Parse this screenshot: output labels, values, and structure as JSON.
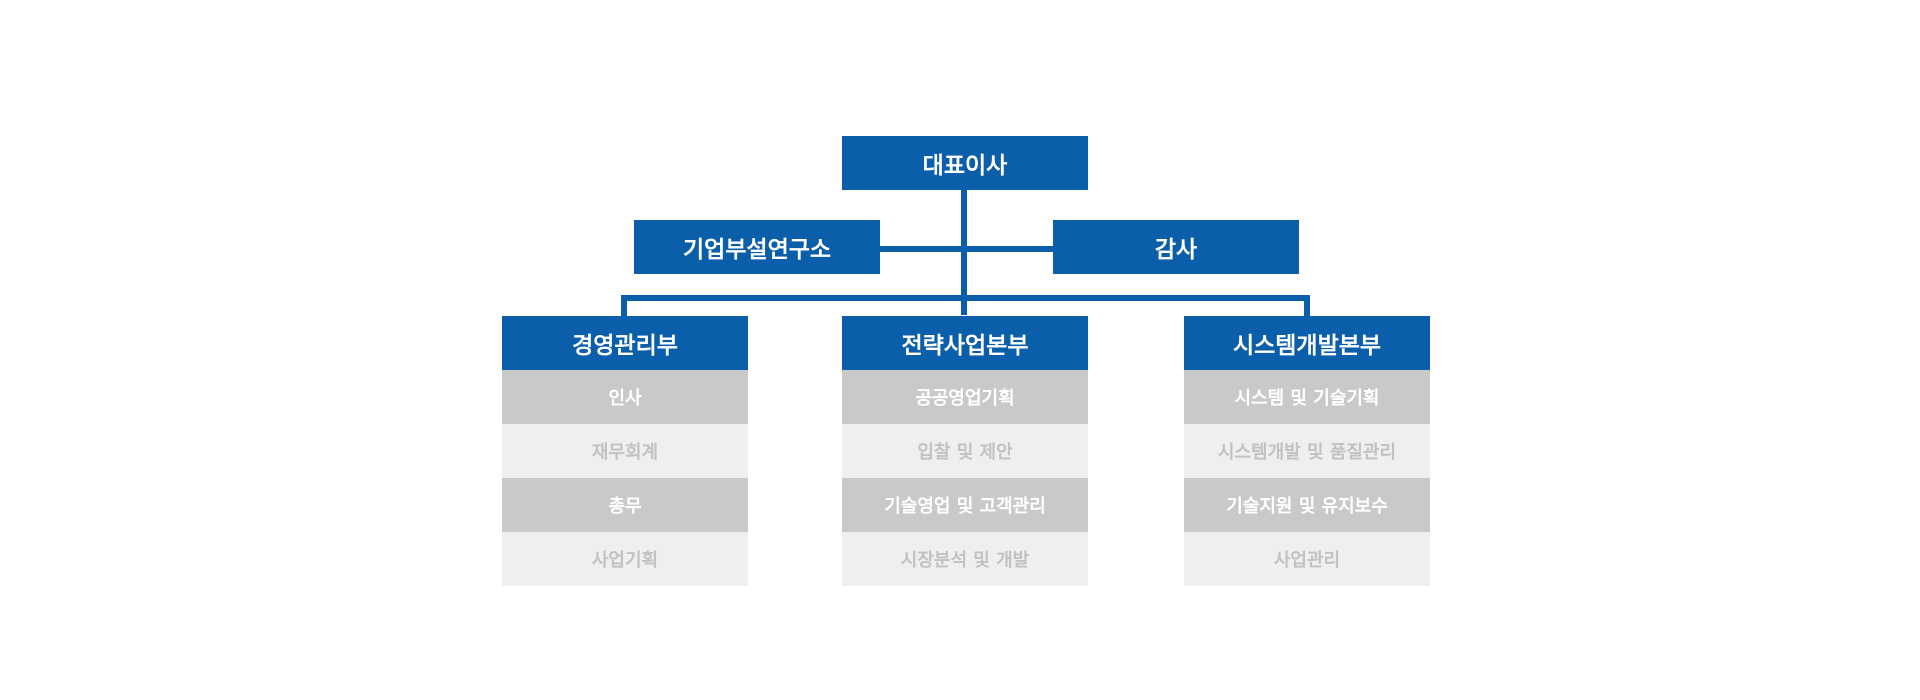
{
  "top": {
    "ceo": "대표이사",
    "lab": "기업부설연구소",
    "audit": "감사"
  },
  "departments": [
    {
      "title": "경영관리부",
      "items": [
        "인사",
        "재무회계",
        "총무",
        "사업기획"
      ]
    },
    {
      "title": "전략사업본부",
      "items": [
        "공공영업기획",
        "입찰 및 제안",
        "기술영업 및 고객관리",
        "시장분석 및 개발"
      ]
    },
    {
      "title": "시스템개발본부",
      "items": [
        "시스템 및 기술기획",
        "시스템개발 및 품질관리",
        "기술지원 및 유지보수",
        "사업관리"
      ]
    }
  ],
  "colors": {
    "primary": "#0b5faa",
    "item_dark": "#c9c9c9",
    "item_light": "#efefef",
    "item_light_text": "#c2c2c2"
  }
}
